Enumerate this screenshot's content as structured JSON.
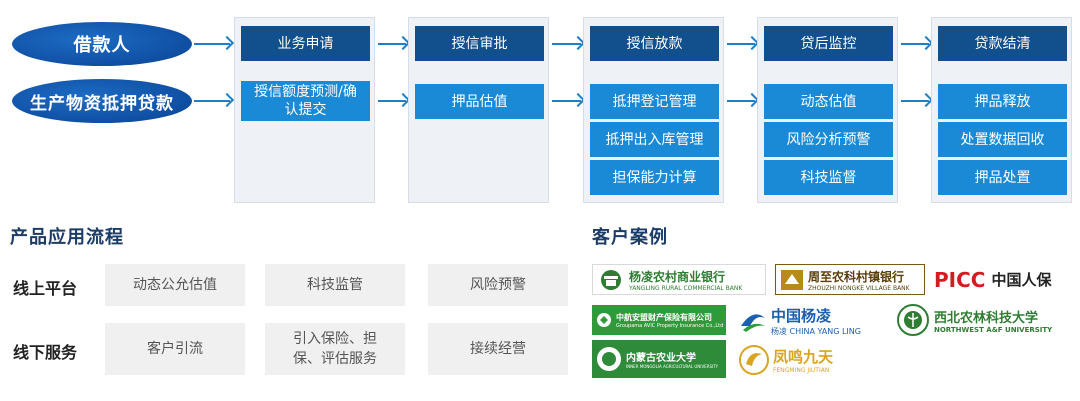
{
  "actors": [
    "借款人",
    "生产物资抵押贷款"
  ],
  "columns": [
    {
      "title": "业务申请",
      "items": [
        "授信额度预测/确认提交"
      ]
    },
    {
      "title": "授信审批",
      "items": [
        "押品估值"
      ]
    },
    {
      "title": "授信放款",
      "items": [
        "抵押登记管理",
        "抵押出入库管理",
        "担保能力计算"
      ]
    },
    {
      "title": "贷后监控",
      "items": [
        "动态估值",
        "风险分析预警",
        "科技监督"
      ]
    },
    {
      "title": "贷款结清",
      "items": [
        "押品释放",
        "处置数据回收",
        "押品处置"
      ]
    }
  ],
  "process_section": {
    "title": "产品应用流程",
    "rows": [
      {
        "label": "线上平台",
        "cells": [
          "动态公允估值",
          "科技监管",
          "风险预警"
        ]
      },
      {
        "label": "线下服务",
        "cells": [
          "客户引流",
          "引入保险、担保、评估服务",
          "接续经营"
        ]
      }
    ]
  },
  "cases_section": {
    "title": "客户案例",
    "logos": [
      {
        "name": "杨凌农村商业银行",
        "sub": "YANGLING RURAL COMMERCIAL BANK"
      },
      {
        "name": "周至农科村镇银行",
        "sub": "ZHOUZHI NONGKE VILLAGE BANK"
      },
      {
        "name": "PICC",
        "sub": "中国人保"
      },
      {
        "name": "中航安盟财产保险有限公司",
        "sub": "Groupama AVIC Property Insurance Co.,Ltd"
      },
      {
        "name": "中国杨凌",
        "sub": "杨凌 CHINA YANG LING"
      },
      {
        "name": "西北农林科技大学",
        "sub": "NORTHWEST A&F UNIVERSITY"
      },
      {
        "name": "内蒙古农业大学",
        "sub": "INNER MONGOLIA AGRICULTURAL UNIVERSITY"
      },
      {
        "name": "凤鸣九天",
        "sub": "FENGMING JIUTIAN"
      }
    ]
  },
  "colors": {
    "dark_box": "#124f8d",
    "light_box": "#1b8ad6",
    "actor": "#0f4fa3",
    "arrow": "#1e7fc9"
  }
}
